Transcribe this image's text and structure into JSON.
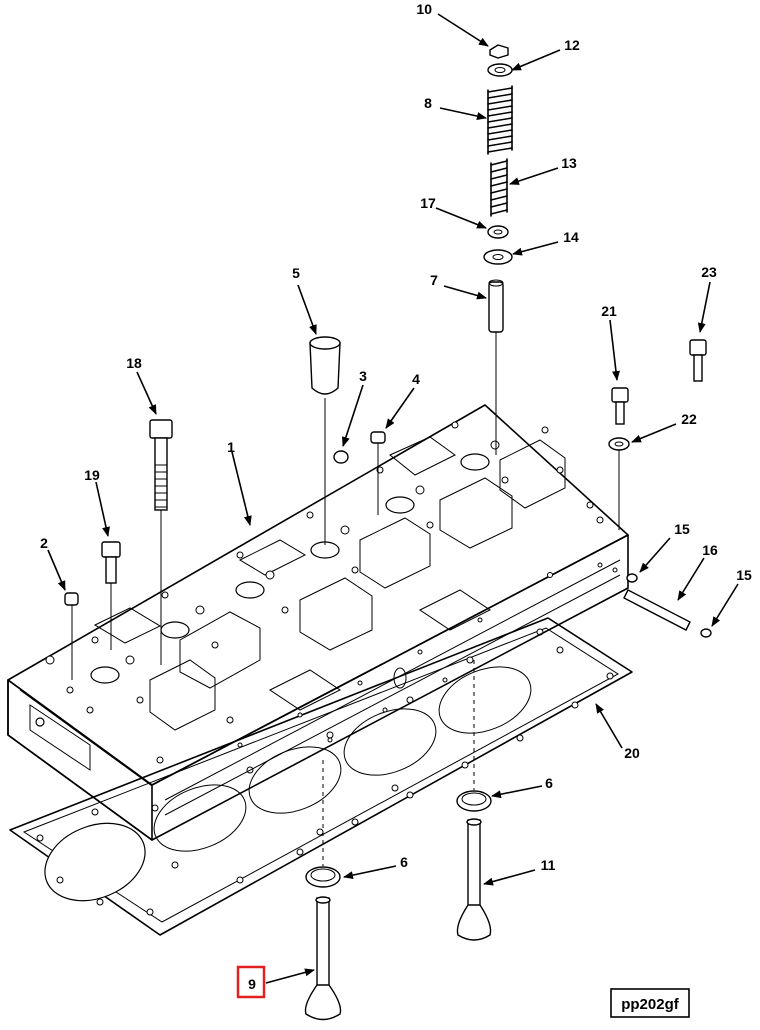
{
  "figure_code": "pp202gf",
  "highlight_color": "#e32020",
  "highlighted_callout": "9",
  "parts": [
    {
      "id": "p10",
      "label": "10",
      "name": "valve-collet"
    },
    {
      "id": "p12",
      "label": "12",
      "name": "spring-retainer"
    },
    {
      "id": "p8",
      "label": "8",
      "name": "outer-valve-spring"
    },
    {
      "id": "p13",
      "label": "13",
      "name": "inner-valve-spring"
    },
    {
      "id": "p17",
      "label": "17",
      "name": "valve-stem-seal"
    },
    {
      "id": "p14",
      "label": "14",
      "name": "spring-seat"
    },
    {
      "id": "p7",
      "label": "7",
      "name": "valve-guide"
    },
    {
      "id": "p5",
      "label": "5",
      "name": "injector-sleeve"
    },
    {
      "id": "p23",
      "label": "23",
      "name": "bolt-23"
    },
    {
      "id": "p21",
      "label": "21",
      "name": "bolt-21"
    },
    {
      "id": "p22",
      "label": "22",
      "name": "washer-22"
    },
    {
      "id": "p18",
      "label": "18",
      "name": "head-bolt-long"
    },
    {
      "id": "p3",
      "label": "3",
      "name": "plug-3"
    },
    {
      "id": "p4",
      "label": "4",
      "name": "plug-4"
    },
    {
      "id": "p1",
      "label": "1",
      "name": "cylinder-head"
    },
    {
      "id": "p19",
      "label": "19",
      "name": "head-bolt-short"
    },
    {
      "id": "p2",
      "label": "2",
      "name": "dowel-plug"
    },
    {
      "id": "p15a",
      "label": "15",
      "name": "plug-15-upper"
    },
    {
      "id": "p16",
      "label": "16",
      "name": "tube-16"
    },
    {
      "id": "p15b",
      "label": "15",
      "name": "plug-15-lower"
    },
    {
      "id": "p20",
      "label": "20",
      "name": "head-gasket"
    },
    {
      "id": "p6a",
      "label": "6",
      "name": "valve-seat-insert-right"
    },
    {
      "id": "p11",
      "label": "11",
      "name": "exhaust-valve"
    },
    {
      "id": "p6b",
      "label": "6",
      "name": "valve-seat-insert-left"
    },
    {
      "id": "p9",
      "label": "9",
      "name": "intake-valve"
    }
  ]
}
